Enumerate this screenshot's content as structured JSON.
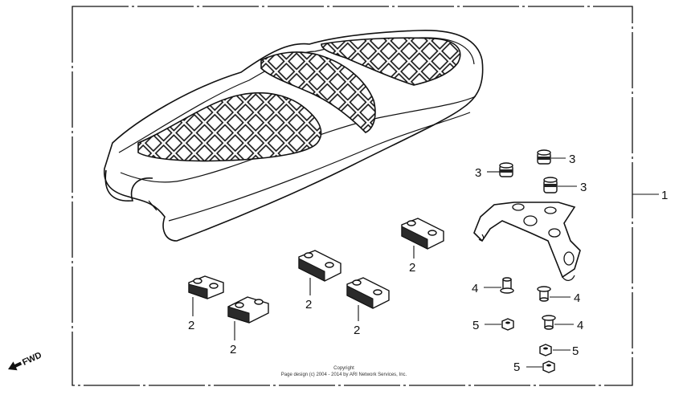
{
  "callouts": {
    "seat_assembly": "1",
    "cushion": "2",
    "rubber": "3",
    "collar": "4",
    "nut": "5"
  },
  "forward": {
    "label": "FWD"
  },
  "footer": {
    "copyright": "Copyright",
    "credit": "Page design (c) 2004 - 2014 by ARI Network Services, Inc."
  }
}
